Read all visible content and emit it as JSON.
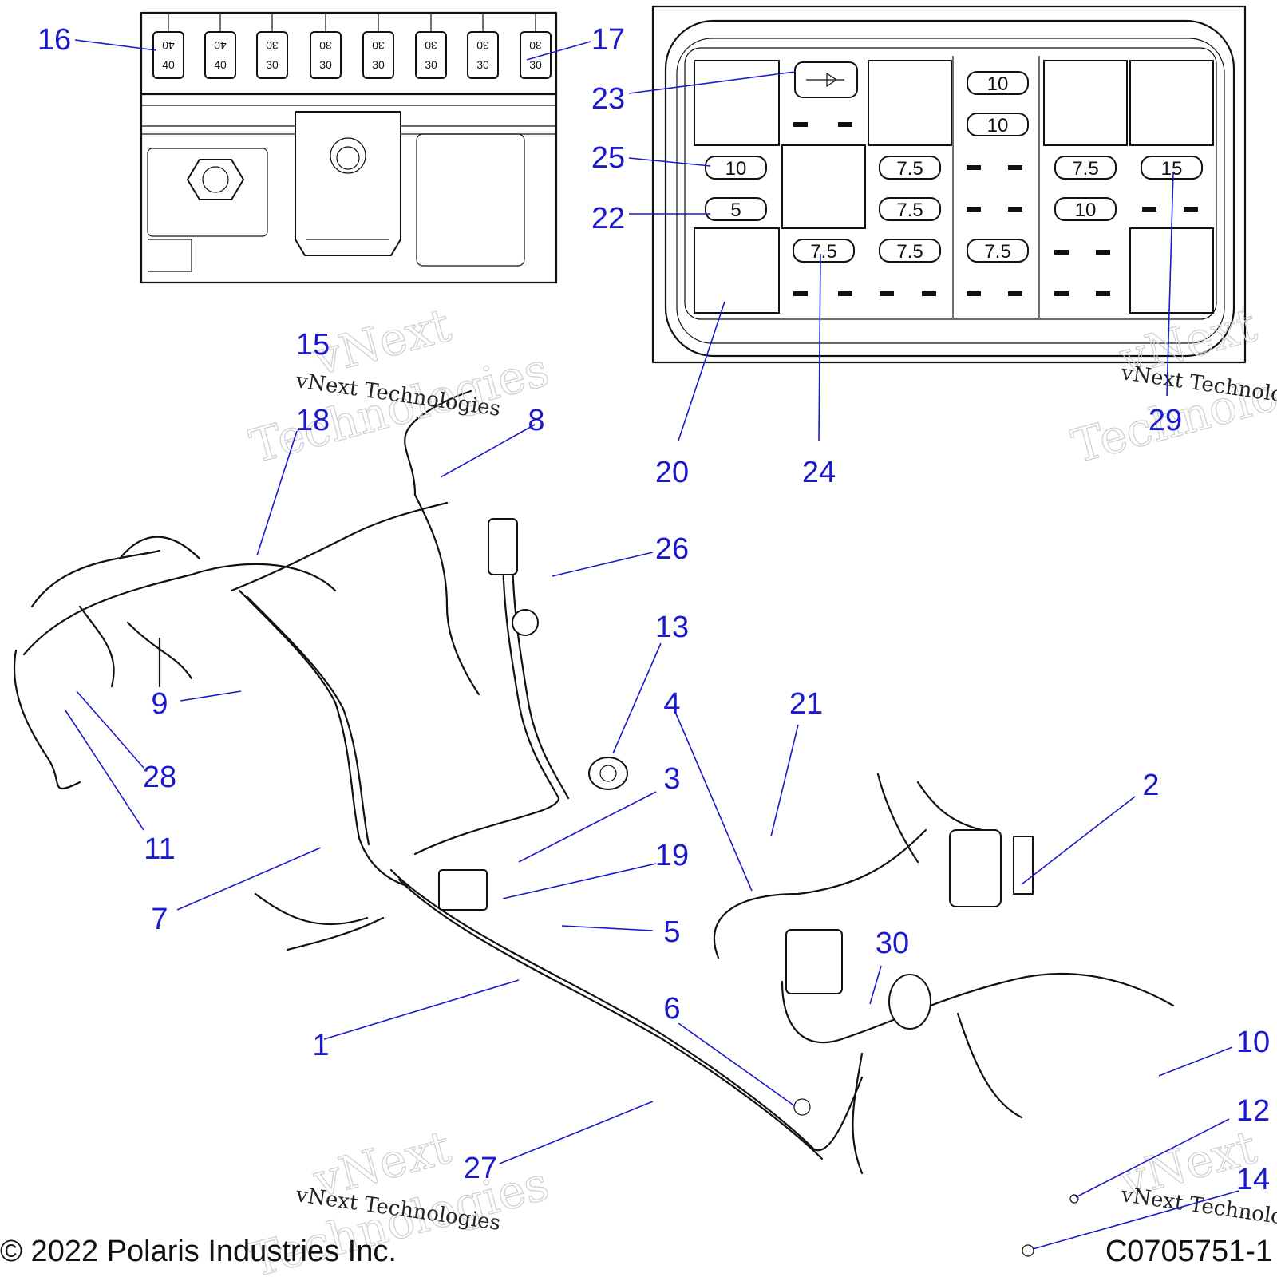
{
  "callouts": [
    {
      "label": "16"
    },
    {
      "label": "17"
    },
    {
      "label": "23"
    },
    {
      "label": "25"
    },
    {
      "label": "22"
    },
    {
      "label": "15"
    },
    {
      "label": "18"
    },
    {
      "label": "8"
    },
    {
      "label": "20"
    },
    {
      "label": "24"
    },
    {
      "label": "29"
    },
    {
      "label": "26"
    },
    {
      "label": "13"
    },
    {
      "label": "4"
    },
    {
      "label": "21"
    },
    {
      "label": "3"
    },
    {
      "label": "2"
    },
    {
      "label": "9"
    },
    {
      "label": "28"
    },
    {
      "label": "11"
    },
    {
      "label": "19"
    },
    {
      "label": "7"
    },
    {
      "label": "5"
    },
    {
      "label": "30"
    },
    {
      "label": "6"
    },
    {
      "label": "1"
    },
    {
      "label": "10"
    },
    {
      "label": "12"
    },
    {
      "label": "27"
    },
    {
      "label": "14"
    }
  ],
  "top_fuse_panel": {
    "fuse_ratings": [
      "40",
      "40",
      "30",
      "30",
      "30",
      "30",
      "30",
      "30"
    ]
  },
  "fuse_box": {
    "fuse_labels": [
      "10",
      "10",
      "10",
      "5",
      "7.5",
      "7.5",
      "7.5",
      "7.5",
      "10",
      "15",
      "7.5",
      "7.5"
    ]
  },
  "watermarks": {
    "brand": "vNext",
    "company": "Technologies",
    "full": "vNext Technologies"
  },
  "footer": {
    "copyright": "© 2022 Polaris Industries Inc.",
    "figure_id": "C0705751-1"
  }
}
